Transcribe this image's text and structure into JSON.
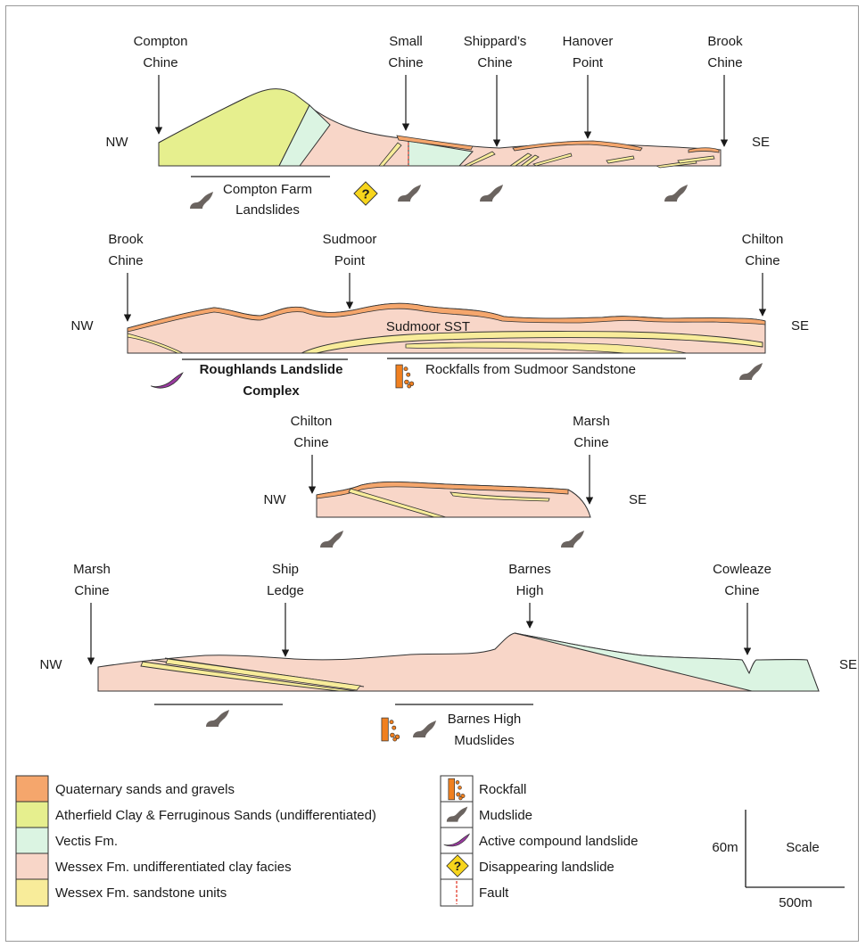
{
  "colors": {
    "quaternary": "#f5a66c",
    "atherfield": "#e6ef8e",
    "vectis": "#dbf4e2",
    "wessex_clay": "#f8d6c8",
    "wessex_sand": "#f8ec9a",
    "mudslide": "#6b6460",
    "compound": "#9a3aa0",
    "rockfall": "#f08020",
    "question": "#f7d51c",
    "fault": "#e23b2b"
  },
  "sections": [
    {
      "id": "compton-brook",
      "nw": "NW",
      "se": "SE",
      "localities": [
        {
          "line1": "Compton",
          "line2": "Chine"
        },
        {
          "line1": "Small",
          "line2": "Chine"
        },
        {
          "line1": "Shippard’s",
          "line2": "Chine"
        },
        {
          "line1": "Hanover",
          "line2": "Point"
        },
        {
          "line1": "Brook",
          "line2": "Chine"
        }
      ],
      "annotations": [
        {
          "line1": "Compton Farm",
          "line2": "Landslides"
        }
      ]
    },
    {
      "id": "brook-chilton",
      "nw": "NW",
      "se": "SE",
      "in_section_label": "Sudmoor SST",
      "localities": [
        {
          "line1": "Brook",
          "line2": "Chine"
        },
        {
          "line1": "Sudmoor",
          "line2": "Point"
        },
        {
          "line1": "Chilton",
          "line2": "Chine"
        }
      ],
      "annotations": [
        {
          "line1": "Roughlands Landslide",
          "line2": "Complex"
        },
        {
          "line1": "Rockfalls from Sudmoor Sandstone",
          "line2": ""
        }
      ]
    },
    {
      "id": "chilton-marsh",
      "nw": "NW",
      "se": "SE",
      "localities": [
        {
          "line1": "Chilton",
          "line2": "Chine"
        },
        {
          "line1": "Marsh",
          "line2": "Chine"
        }
      ]
    },
    {
      "id": "marsh-cowleaze",
      "nw": "NW",
      "se": "SE",
      "localities": [
        {
          "line1": "Marsh",
          "line2": "Chine"
        },
        {
          "line1": "Ship",
          "line2": "Ledge"
        },
        {
          "line1": "Barnes",
          "line2": "High"
        },
        {
          "line1": "Cowleaze",
          "line2": "Chine"
        }
      ],
      "annotations": [
        {
          "line1": "Barnes High",
          "line2": "Mudslides"
        }
      ]
    }
  ],
  "legend": {
    "units": [
      "Quaternary sands and gravels",
      "Atherfield Clay & Ferruginous Sands (undifferentiated)",
      "Vectis Fm.",
      "Wessex Fm. undifferentiated clay facies",
      "Wessex Fm. sandstone units"
    ],
    "symbols": [
      "Rockfall",
      "Mudslide",
      "Active compound landslide",
      "Disappearing landslide",
      "Fault"
    ]
  },
  "scale": {
    "vertical": "60m",
    "horizontal": "500m",
    "label": "Scale"
  }
}
